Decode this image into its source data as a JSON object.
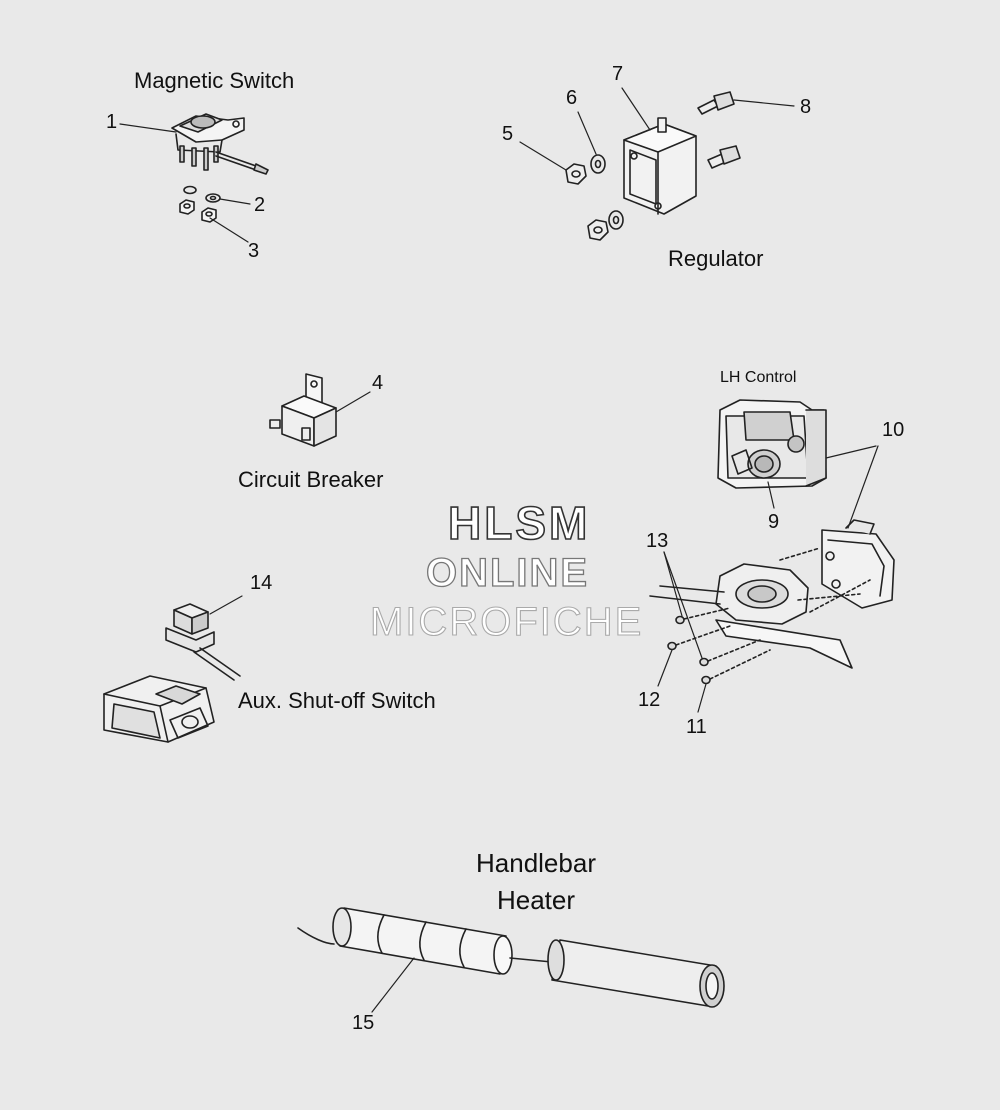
{
  "titles": {
    "magnetic_switch": "Magnetic Switch",
    "regulator": "Regulator",
    "circuit_breaker": "Circuit Breaker",
    "lh_control": "LH Control",
    "aux_shutoff": "Aux. Shut-off Switch",
    "handlebar_line1": "Handlebar",
    "handlebar_line2": "Heater"
  },
  "callouts": [
    "1",
    "2",
    "3",
    "4",
    "5",
    "6",
    "7",
    "8",
    "9",
    "10",
    "11",
    "12",
    "13",
    "14",
    "15"
  ],
  "watermark": [
    "HLSM",
    "ONLINE",
    "MICROFICHE"
  ],
  "colors": {
    "background": "#e9e9e9",
    "line": "#222222"
  }
}
